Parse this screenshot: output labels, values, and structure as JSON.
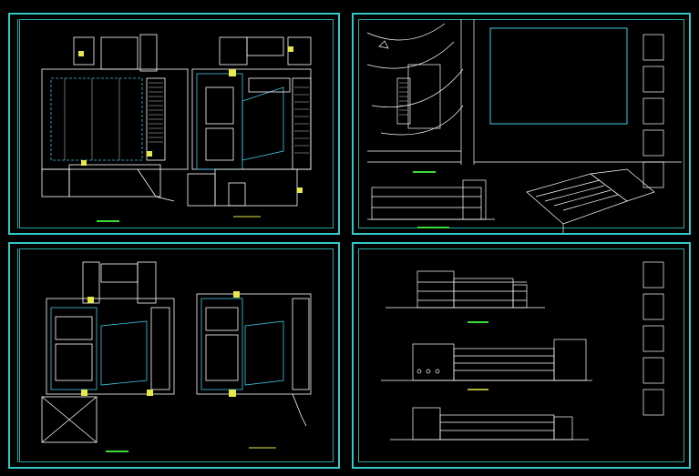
{
  "colors": {
    "frame": "#33c8c8",
    "line": "#ffffff",
    "cyan": "#46c8e8",
    "yellow": "#e8e84a",
    "green": "#3adc3a",
    "background": "#000000"
  },
  "sheets": [
    {
      "name": "floor-plans-upper",
      "caption": ""
    },
    {
      "name": "site-plan-and-perspective",
      "caption": ""
    },
    {
      "name": "floor-plans-lower",
      "caption": ""
    },
    {
      "name": "elevations",
      "caption": ""
    }
  ]
}
